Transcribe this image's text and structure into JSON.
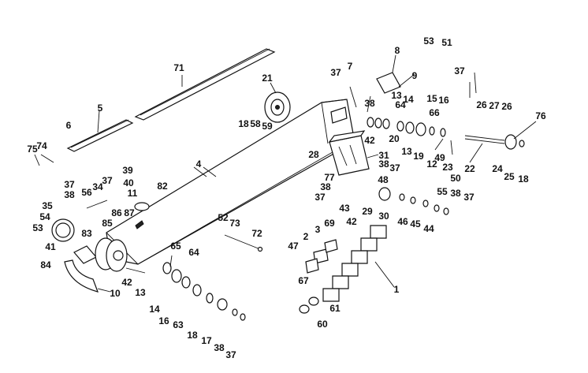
{
  "colors": {
    "line": "#111111",
    "background": "#ffffff"
  },
  "callouts": {
    "c1": "1",
    "c2": "2",
    "c3": "3",
    "c4": "4",
    "c5": "5",
    "c6": "6",
    "c7": "7",
    "c8": "8",
    "c9": "9",
    "c10": "10",
    "c11": "11",
    "c12": "12",
    "c13a": "13",
    "c13b": "13",
    "c13c": "13",
    "c14a": "14",
    "c14b": "14",
    "c15": "15",
    "c16a": "16",
    "c16b": "16",
    "c17": "17",
    "c18a": "18",
    "c18b": "18",
    "c18c": "18",
    "c19": "19",
    "c20": "20",
    "c21": "21",
    "c22": "22",
    "c23": "23",
    "c24": "24",
    "c25": "25",
    "c26a": "26",
    "c26b": "26",
    "c27": "27",
    "c28": "28",
    "c29": "29",
    "c30": "30",
    "c31": "31",
    "c34": "34",
    "c35": "35",
    "c37a": "37",
    "c37b": "37",
    "c37c": "37",
    "c37d": "37",
    "c37e": "37",
    "c37f": "37",
    "c37g": "37",
    "c37h": "37",
    "c38a": "38",
    "c38b": "38",
    "c38c": "38",
    "c38d": "38",
    "c38e": "38",
    "c38f": "38",
    "c39": "39",
    "c40": "40",
    "c41": "41",
    "c42a": "42",
    "c42b": "42",
    "c42c": "42",
    "c43": "43",
    "c44": "44",
    "c45": "45",
    "c46": "46",
    "c47": "47",
    "c48": "48",
    "c49": "49",
    "c50": "50",
    "c51": "51",
    "c52": "52",
    "c53a": "53",
    "c53b": "53",
    "c54": "54",
    "c55": "55",
    "c56": "56",
    "c58": "58",
    "c59": "59",
    "c60": "60",
    "c61": "61",
    "c63": "63",
    "c64a": "64",
    "c64b": "64",
    "c65": "65",
    "c66": "66",
    "c67": "67",
    "c69": "69",
    "c71": "71",
    "c72": "72",
    "c73": "73",
    "c74": "74",
    "c75": "75",
    "c76": "76",
    "c77": "77",
    "c82": "82",
    "c83": "83",
    "c84": "84",
    "c85": "85",
    "c86": "86",
    "c87": "87"
  }
}
